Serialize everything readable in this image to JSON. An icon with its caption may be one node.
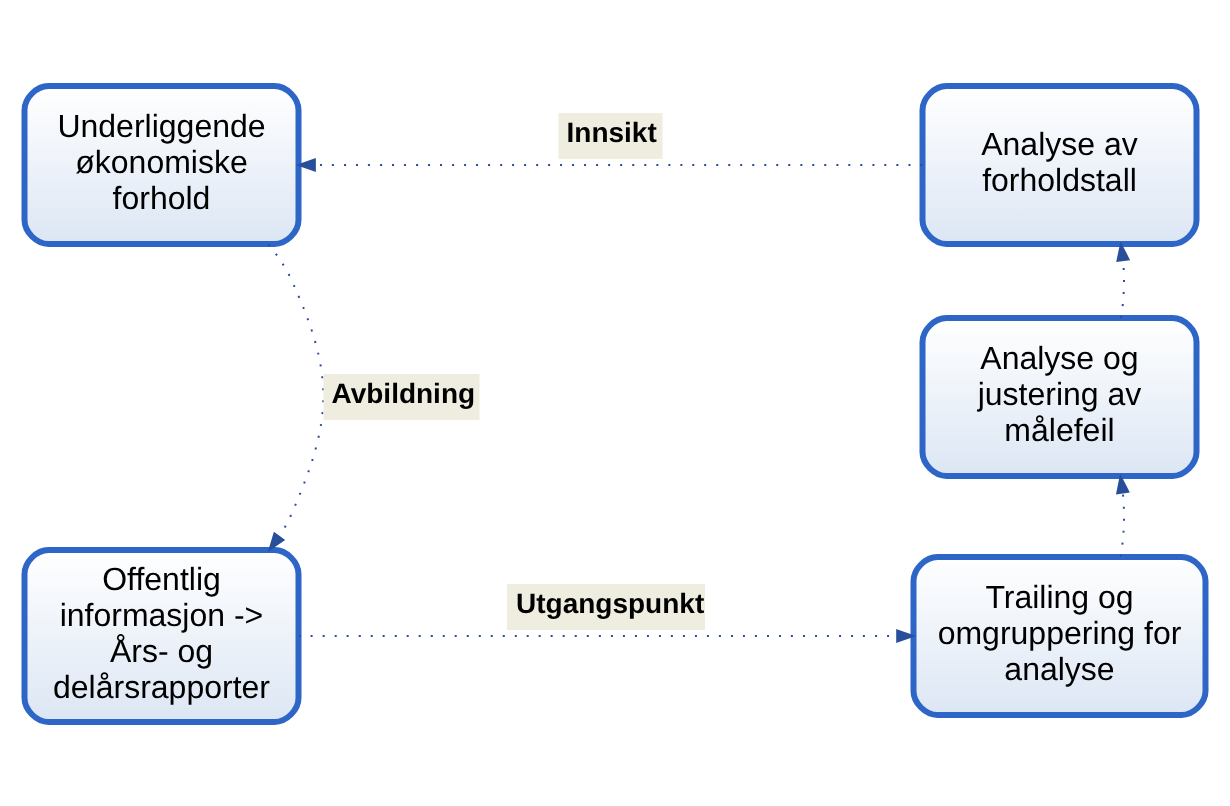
{
  "diagram": {
    "nodes": [
      {
        "text": [
          "Underliggende økonomiske forhold"
        ]
      },
      {
        "text": [
          "Analyse av forholdstall"
        ]
      },
      {
        "text": [
          "Analyse og justering av målefeil"
        ]
      },
      {
        "text": [
          "Offentlig informasjon -> Års- og delårsrapporter"
        ]
      },
      {
        "text": [
          "Trailing og omgruppering for analyse"
        ]
      }
    ],
    "edges": [
      {
        "from": 1,
        "to": 0,
        "arrow": "to",
        "label": "Innsikt",
        "style": "dashed"
      },
      {
        "from": 0,
        "to": 3,
        "arrow": "to",
        "label": "Avbildning",
        "style": "dashed"
      },
      {
        "from": 3,
        "to": 4,
        "arrow": "to",
        "label": "Utgangspunkt",
        "style": "dashed"
      },
      {
        "from": 4,
        "to": 2,
        "arrow": "to",
        "style": "dashed"
      },
      {
        "from": 2,
        "to": 1,
        "arrow": "to",
        "style": "dashed"
      }
    ]
  }
}
